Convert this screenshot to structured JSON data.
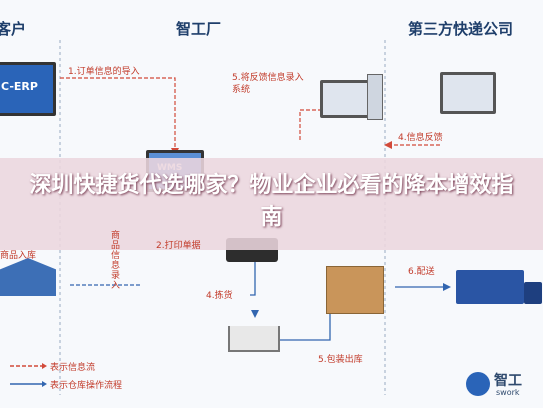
{
  "columns": {
    "customer": "客户",
    "factory": "智工厂",
    "logistics": "第三方快递公司"
  },
  "erp_label": "C-ERP",
  "wms_label": "WMS",
  "steps": {
    "s1": "1.订单信息的导入",
    "s2": "2.打印单据",
    "s3": "商品信息录入",
    "s4": "4.拣货",
    "s5_top": "5.将反馈信息录入系统",
    "s5_bottom": "5.包装出库",
    "s6": "6.配送",
    "info_feedback": "4.信息反馈",
    "inbound": "商品入库"
  },
  "overlay_title": "深圳快捷货代选哪家？物业企业必看的降本增效指南",
  "legend": {
    "info_flow": "表示信息流",
    "warehouse_flow": "表示仓库操作流程"
  },
  "logo": {
    "name": "智工",
    "sub": "swork"
  },
  "colors": {
    "title": "#1f3f6b",
    "step_text": "#c23b2a",
    "arrow_red": "#d24a3a",
    "arrow_blue": "#3266b0",
    "overlay": "#ecd6de",
    "truck": "#2a55a4"
  }
}
